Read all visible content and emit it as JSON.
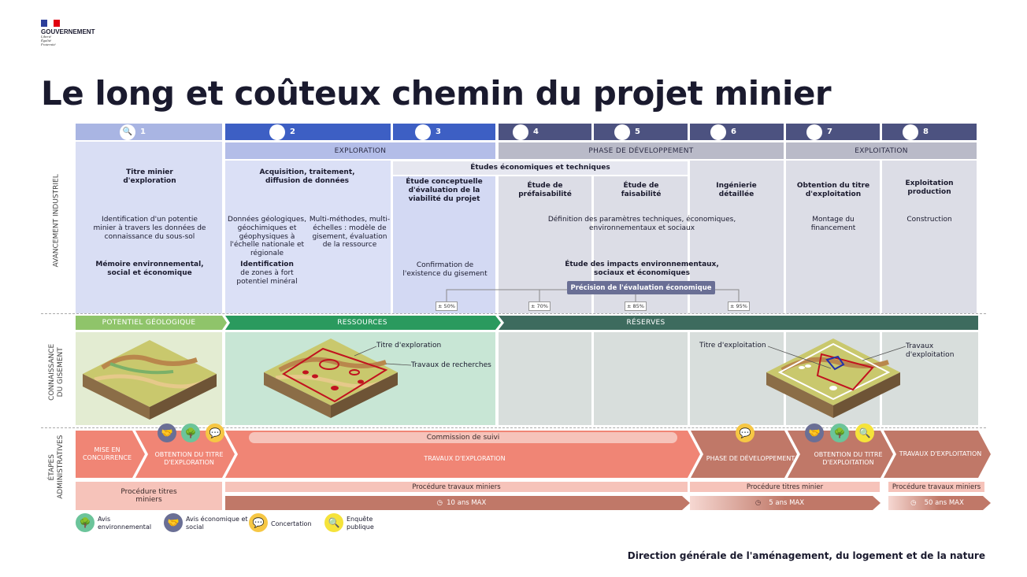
{
  "logo": {
    "name": "GOUVERNEMENT",
    "motto": [
      "Liberté",
      "Égalité",
      "Fraternité"
    ]
  },
  "title": "Le long et coûteux chemin du projet minier",
  "side_labels": [
    "AVANCEMENT INDUSTRIEL",
    "CONNAISSANCE DU GISEMENT",
    "ÉTAPES ADMINISTRATIVES"
  ],
  "steps": [
    {
      "num": "1",
      "color": "#a9b5e3"
    },
    {
      "num": "2",
      "color": "#3d5fc4"
    },
    {
      "num": "3",
      "color": "#3d5fc4"
    },
    {
      "num": "4",
      "color": "#4c5280"
    },
    {
      "num": "5",
      "color": "#4c5280"
    },
    {
      "num": "6",
      "color": "#4c5280"
    },
    {
      "num": "7",
      "color": "#4c5280"
    },
    {
      "num": "8",
      "color": "#4c5280"
    }
  ],
  "phases": {
    "exploration": "EXPLORATION",
    "developpement": "PHASE DE DÉVELOPPEMENT",
    "exploitation": "EXPLOITATION"
  },
  "etudes_header": "Études économiques et techniques",
  "cols": {
    "c1_title": "Titre minier d'exploration",
    "c1_text": "Identification d'un potentie minier à travers les données de connaissance du sous-sol",
    "c1_bold": "Mémoire environnemental, social et économique",
    "c2_title": "Acquisition, traitement, diffusion de données",
    "c2_left": "Données géologiques, géochimiques et géophysiques à l'échelle nationale et régionale",
    "c2_right": "Multi-méthodes, multi-échelles : modèle de gisement, évaluation de la ressource",
    "c2_ident_bold": "Identification",
    "c2_ident_text": "de zones à fort potentiel minéral",
    "c3_title": "Étude conceptuelle d'évaluation de la viabilité du projet",
    "c3_text": "Confirmation de l'existence du gisement",
    "c4_title": "Étude de préfaisabilité",
    "c5_title": "Étude de faisabilité",
    "c6_title": "Ingénierie détaillée",
    "c7_title": "Obtention du titre d'exploitation",
    "c7_text": "Montage du financement",
    "c8_title": "Exploitation production",
    "c8_text": "Construction",
    "param_text": "Définition des paramètres techniques, économiques, environnementaux et sociaux",
    "impacts": "Étude des impacts environnementaux, sociaux et économiques",
    "precision": "Précision de l'évaluation économique"
  },
  "percents": [
    "± 50%",
    "± 70%",
    "± 85%",
    "± 95%"
  ],
  "bands": {
    "potentiel": "POTENTIEL GÉOLOGIQUE",
    "ressources": "RESSOURCES",
    "reserves": "RÉSERVES"
  },
  "map_labels": {
    "titre_exploration": "Titre d'exploration",
    "travaux_recherches": "Travaux de recherches",
    "titre_exploitation": "Titre d'exploitation",
    "travaux_exploitation": "Travaux d'exploitation"
  },
  "admin": {
    "mise": "MISE EN CONCURRENCE",
    "obtention_expl": "OBTENTION DU TITRE D'EXPLORATION",
    "commission": "Commission de suivi",
    "travaux_expl": "TRAVAUX D'EXPLORATION",
    "phase_dev": "PHASE DE DÉVELOPPEMENT",
    "obtention_exploit": "OBTENTION DU TITRE D'EXPLOITATION",
    "travaux_exploit": "TRAVAUX D'EXPLOITATION"
  },
  "procedures": {
    "titres": "Procédure titres miniers",
    "travaux1": "Procédure travaux miniers",
    "titres2": "Procédure titres minier",
    "travaux2": "Procédure travaux miniers"
  },
  "durations": [
    "10 ans MAX",
    "5 ans MAX",
    "50 ans MAX"
  ],
  "legend": {
    "env": "Avis environnemental",
    "eco": "Avis économique et social",
    "concert": "Concertation",
    "enquete": "Enquête publique"
  },
  "footer": "Direction générale de l'aménagement, du logement et de la nature",
  "colors": {
    "blue_light": "#a9b5e3",
    "blue": "#3d5fc4",
    "navy": "#4c5280",
    "green_light": "#8fc46a",
    "green": "#2a9a5e",
    "green_dark": "#3d6b5e",
    "salmon": "#f08575",
    "brown": "#c07868"
  }
}
